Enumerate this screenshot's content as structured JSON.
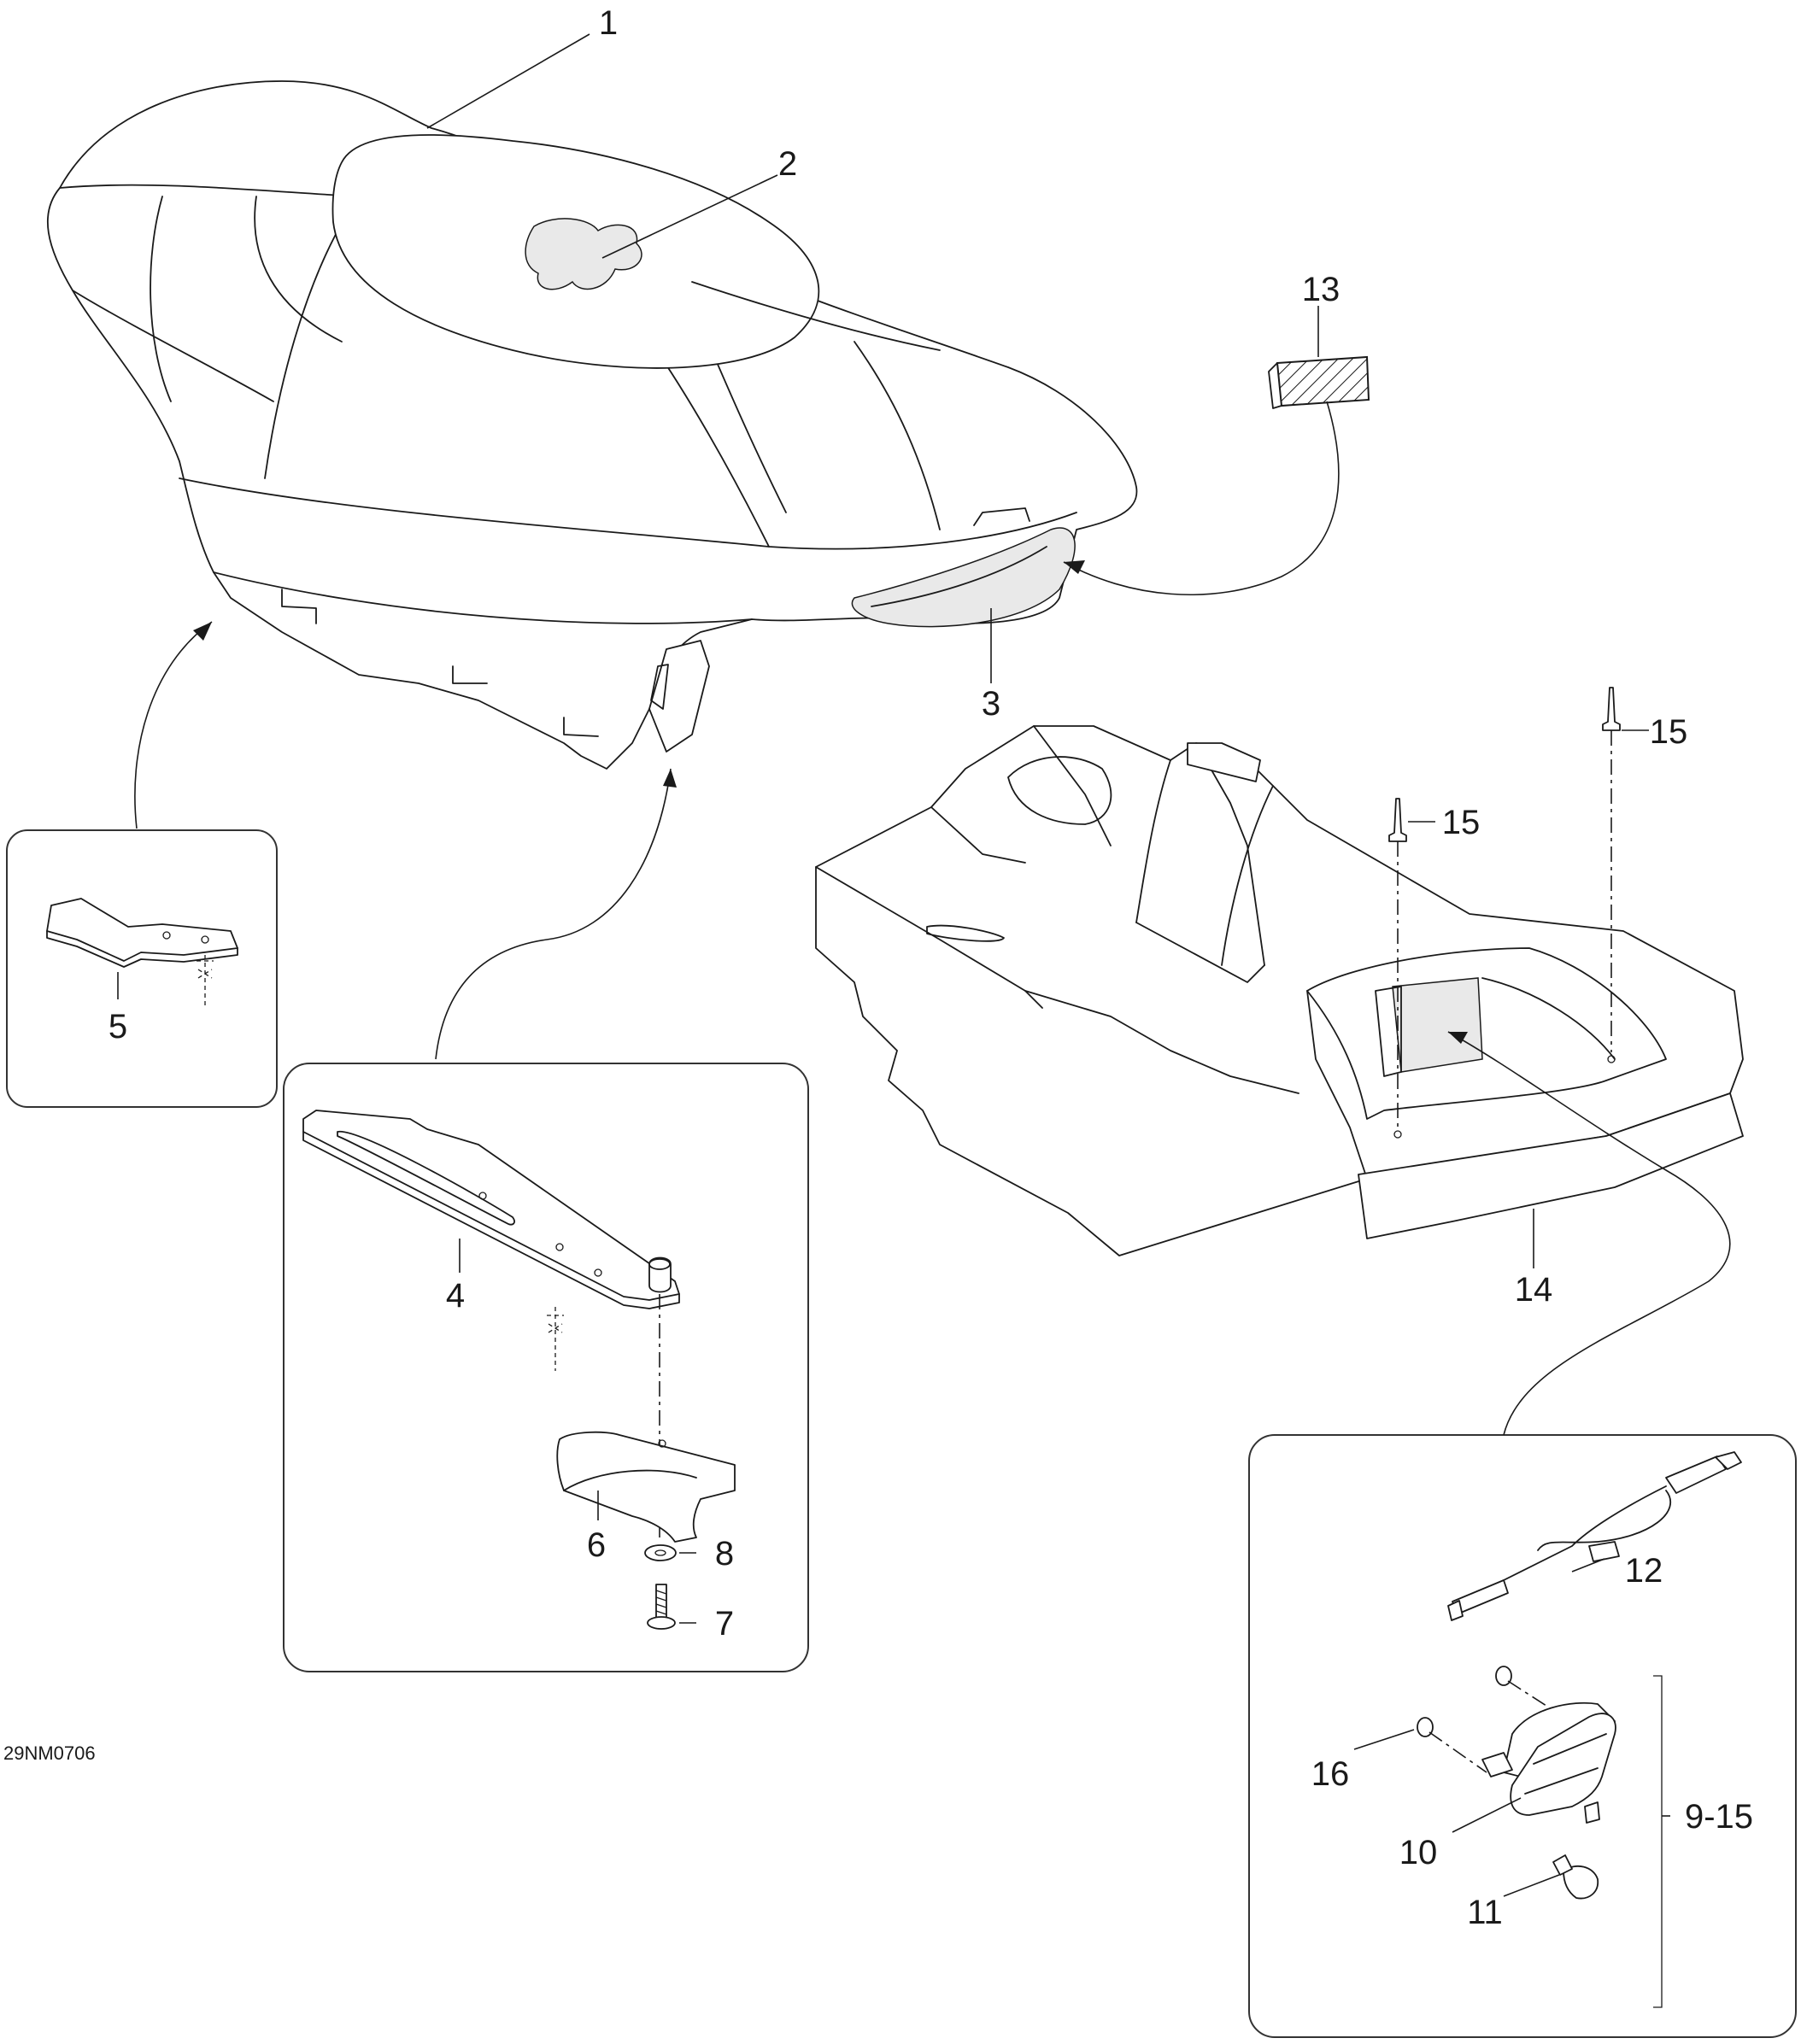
{
  "diagram": {
    "drawing_code": "29NM0706",
    "callouts": [
      {
        "id": "c1",
        "label": "1"
      },
      {
        "id": "c2",
        "label": "2"
      },
      {
        "id": "c3",
        "label": "3"
      },
      {
        "id": "c4",
        "label": "4"
      },
      {
        "id": "c5",
        "label": "5"
      },
      {
        "id": "c6",
        "label": "6"
      },
      {
        "id": "c7",
        "label": "7"
      },
      {
        "id": "c8",
        "label": "8"
      },
      {
        "id": "c9_15",
        "label": "9-15"
      },
      {
        "id": "c10",
        "label": "10"
      },
      {
        "id": "c11",
        "label": "11"
      },
      {
        "id": "c12",
        "label": "12"
      },
      {
        "id": "c13",
        "label": "13"
      },
      {
        "id": "c14",
        "label": "14"
      },
      {
        "id": "c15a",
        "label": "15"
      },
      {
        "id": "c15b",
        "label": "15"
      },
      {
        "id": "c16",
        "label": "16"
      }
    ],
    "parts": [
      "seat-cover",
      "seat-logo",
      "tail-reflector",
      "latch-plate",
      "hinge-bracket",
      "latch-support",
      "screw",
      "washer",
      "tail-light-assembly",
      "tail-light-lens",
      "bulb",
      "wiring-harness",
      "decal",
      "seat-base",
      "rivet",
      "grommet"
    ]
  }
}
